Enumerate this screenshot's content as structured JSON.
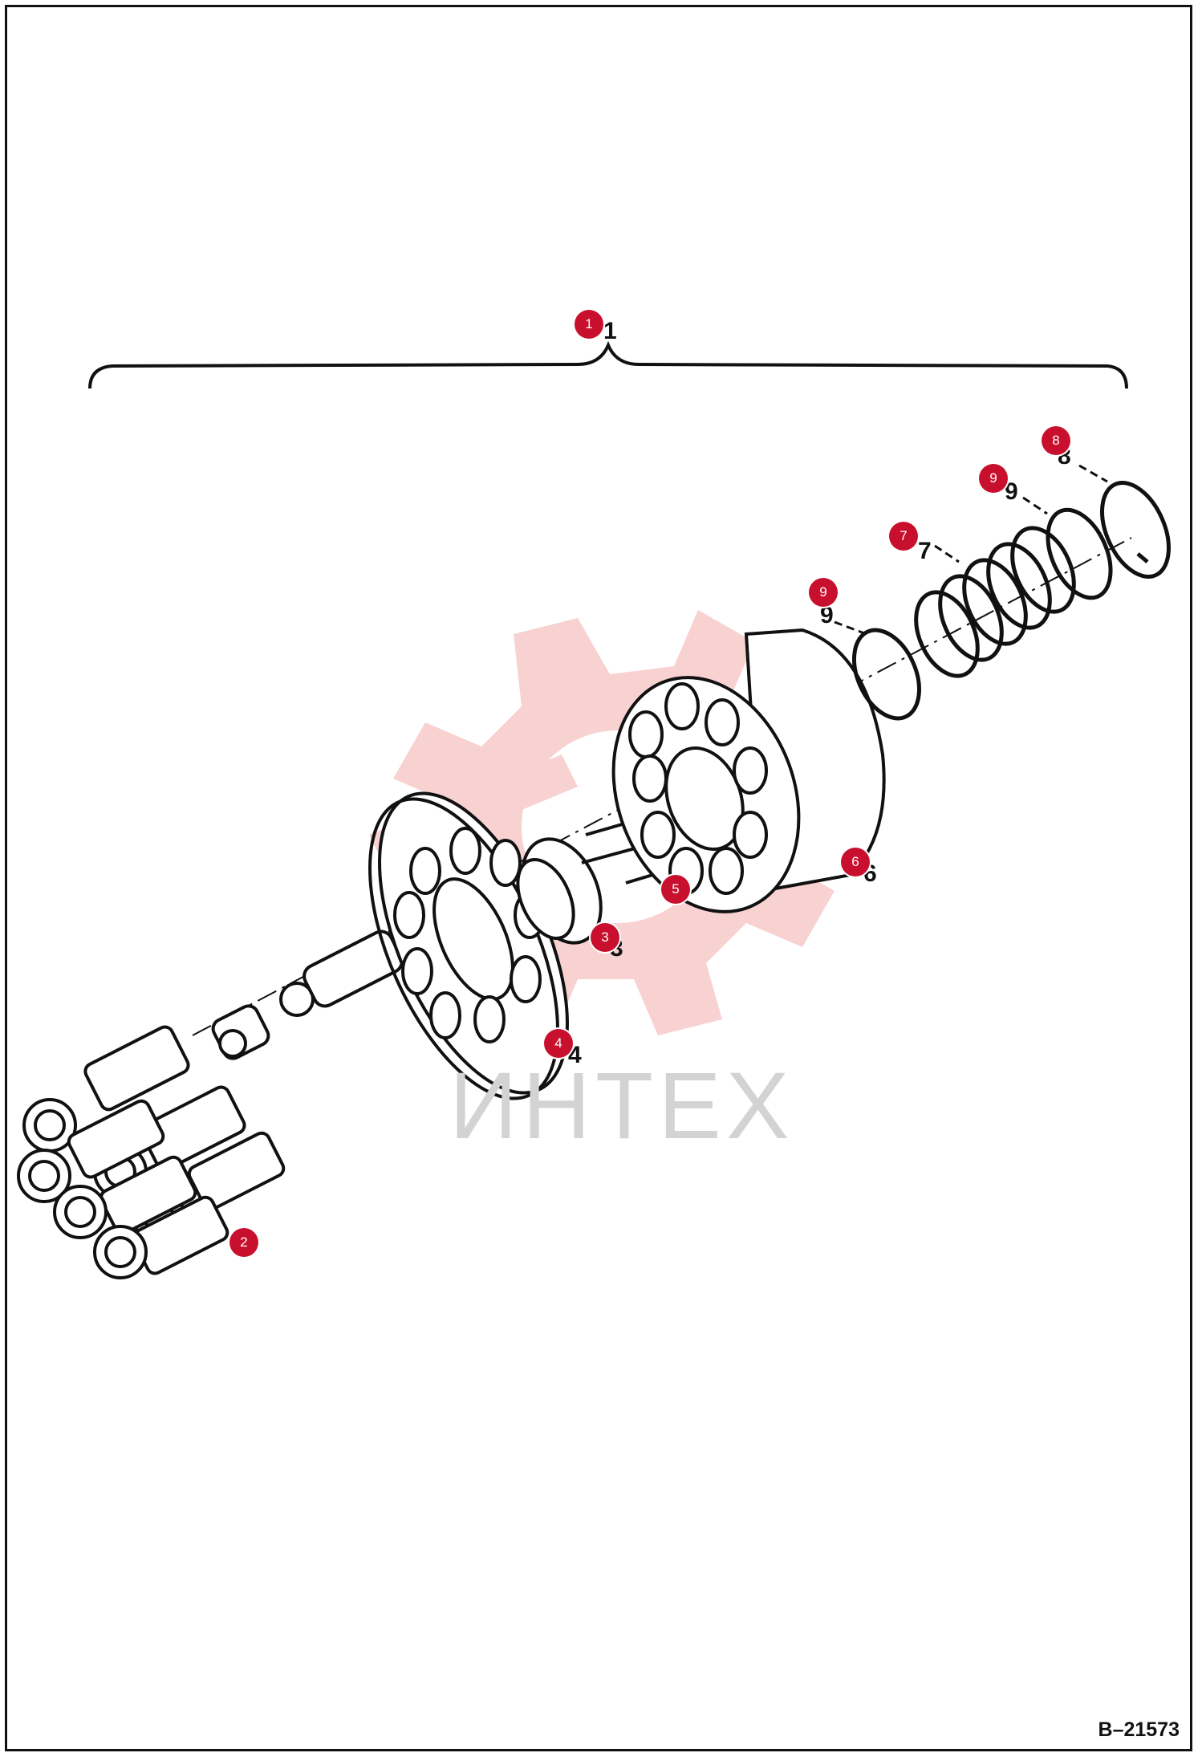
{
  "diagram": {
    "watermark": {
      "text": "ИНТЕХ",
      "color": "#f2a0a0"
    },
    "figure_id": "B–21573",
    "callouts": [
      {
        "label": "1"
      },
      {
        "label": "2"
      },
      {
        "label": "3"
      },
      {
        "label": "4"
      },
      {
        "label": "5"
      },
      {
        "label": "6"
      },
      {
        "label": "7"
      },
      {
        "label": "8"
      },
      {
        "label": "9"
      },
      {
        "label": "9"
      }
    ],
    "numerals": [
      "1",
      "3",
      "4",
      "6",
      "7",
      "8",
      "9",
      "9"
    ],
    "colors": {
      "callout": "#c8102e",
      "line": "#111111"
    }
  }
}
